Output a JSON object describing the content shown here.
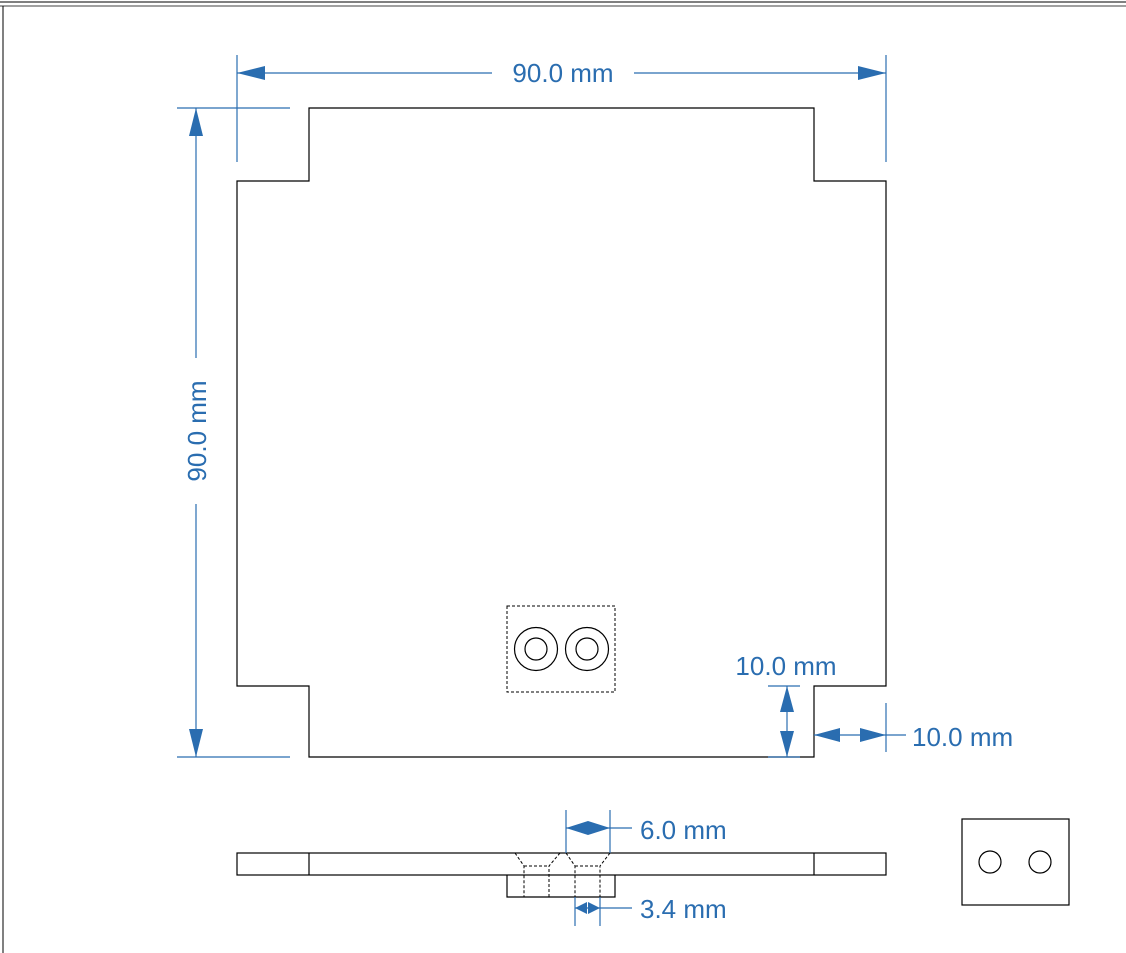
{
  "dimensions": {
    "overall_width": "90.0 mm",
    "overall_height": "90.0 mm",
    "notch_height": "10.0 mm",
    "notch_width": "10.0 mm",
    "countersink_diameter": "6.0 mm",
    "hole_diameter": "3.4 mm"
  },
  "colors": {
    "dimension": "#2a6db0",
    "outline": "#000000",
    "background": "#ffffff"
  }
}
